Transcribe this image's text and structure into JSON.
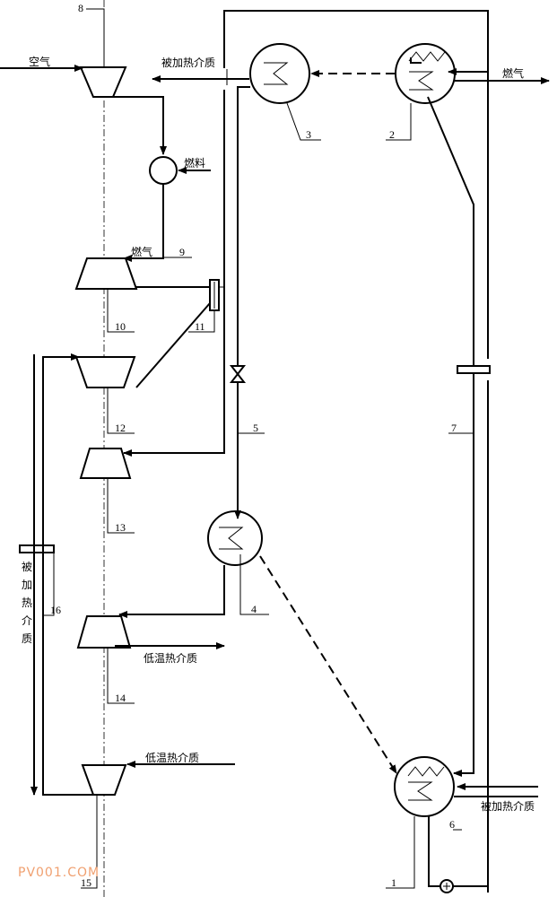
{
  "labels": {
    "air": "空气",
    "fuel": "燃料",
    "flue_gas_left": "燃气",
    "flue_gas_right": "燃气",
    "heated_medium_top": "被加热介质",
    "heated_medium_bottom": "被加热介质",
    "heated_medium_vertical": [
      "被",
      "加",
      "热",
      "介",
      "质"
    ],
    "low_temp_medium_1": "低温热介质",
    "low_temp_medium_2": "低温热介质"
  },
  "numbers": {
    "n1": "1",
    "n2": "2",
    "n3": "3",
    "n4": "4",
    "n5": "5",
    "n6": "6",
    "n7": "7",
    "n8": "8",
    "n9": "9",
    "n10": "10",
    "n11": "11",
    "n12": "12",
    "n13": "13",
    "n14": "14",
    "n15": "15",
    "n16": "16"
  },
  "watermark": "PV001.COM"
}
